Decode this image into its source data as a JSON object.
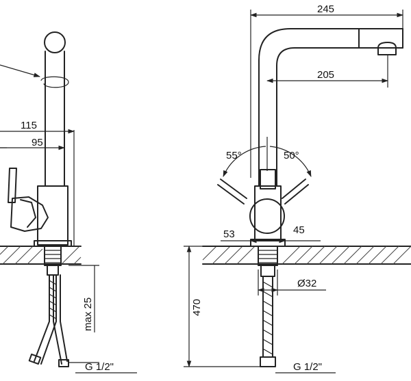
{
  "side_view": {
    "dim_overall": "115",
    "dim_spout": "95",
    "dim_max": "max 25",
    "thread": "G 1/2\""
  },
  "front_view": {
    "dim_reach_total": "245",
    "dim_reach": "205",
    "angle_left": "55°",
    "angle_right": "50°",
    "dim_base_left": "53",
    "dim_base_right": "45",
    "dim_hole": "Ø32",
    "dim_height": "470",
    "thread": "G 1/2\""
  }
}
